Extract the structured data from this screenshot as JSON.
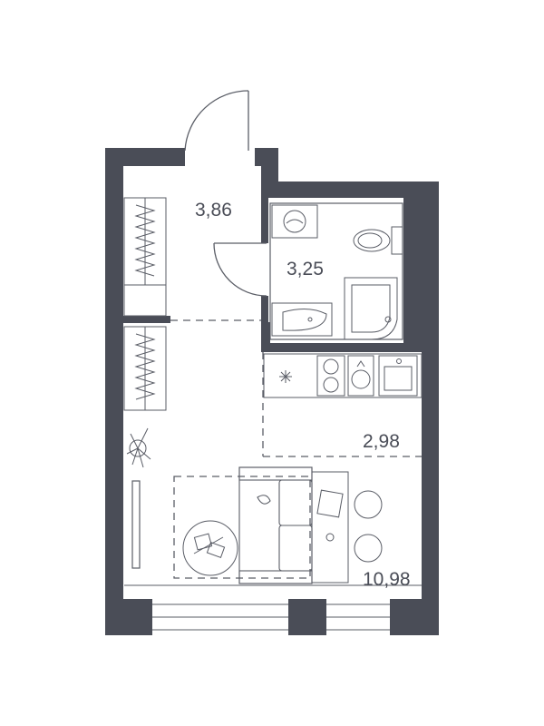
{
  "colors": {
    "wall": "#4a4d57",
    "line": "#5a5d66",
    "background": "#ffffff"
  },
  "rooms": [
    {
      "id": "hallway",
      "area": "3,86"
    },
    {
      "id": "bathroom",
      "area": "3,25"
    },
    {
      "id": "kitchen",
      "area": "2,98"
    },
    {
      "id": "living-room",
      "area": "10,98"
    }
  ],
  "icons": [
    "entry-door-icon",
    "bathroom-door-icon",
    "washing-machine-icon",
    "toilet-icon",
    "sink-icon",
    "shower-tray-icon",
    "fridge-icon",
    "stove-icon",
    "kitchen-sink-icon",
    "wardrobe-icon",
    "plant-icon",
    "tv-icon",
    "rug-icon",
    "sofa-icon",
    "desk-icon",
    "stool-icon",
    "window-icon"
  ]
}
